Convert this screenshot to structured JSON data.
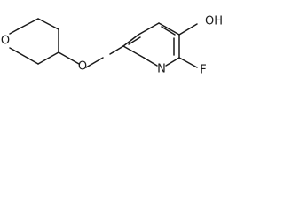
{
  "molecule": {
    "atoms": {
      "oxygen_ring": "O",
      "oxygen_ether": "O",
      "nitrogen": "N",
      "fluorine": "F",
      "hydroxyl": "OH"
    }
  },
  "colors": {
    "bond": "#1a1a1a",
    "text": "#1a1a1a",
    "background": "#ffffff"
  }
}
